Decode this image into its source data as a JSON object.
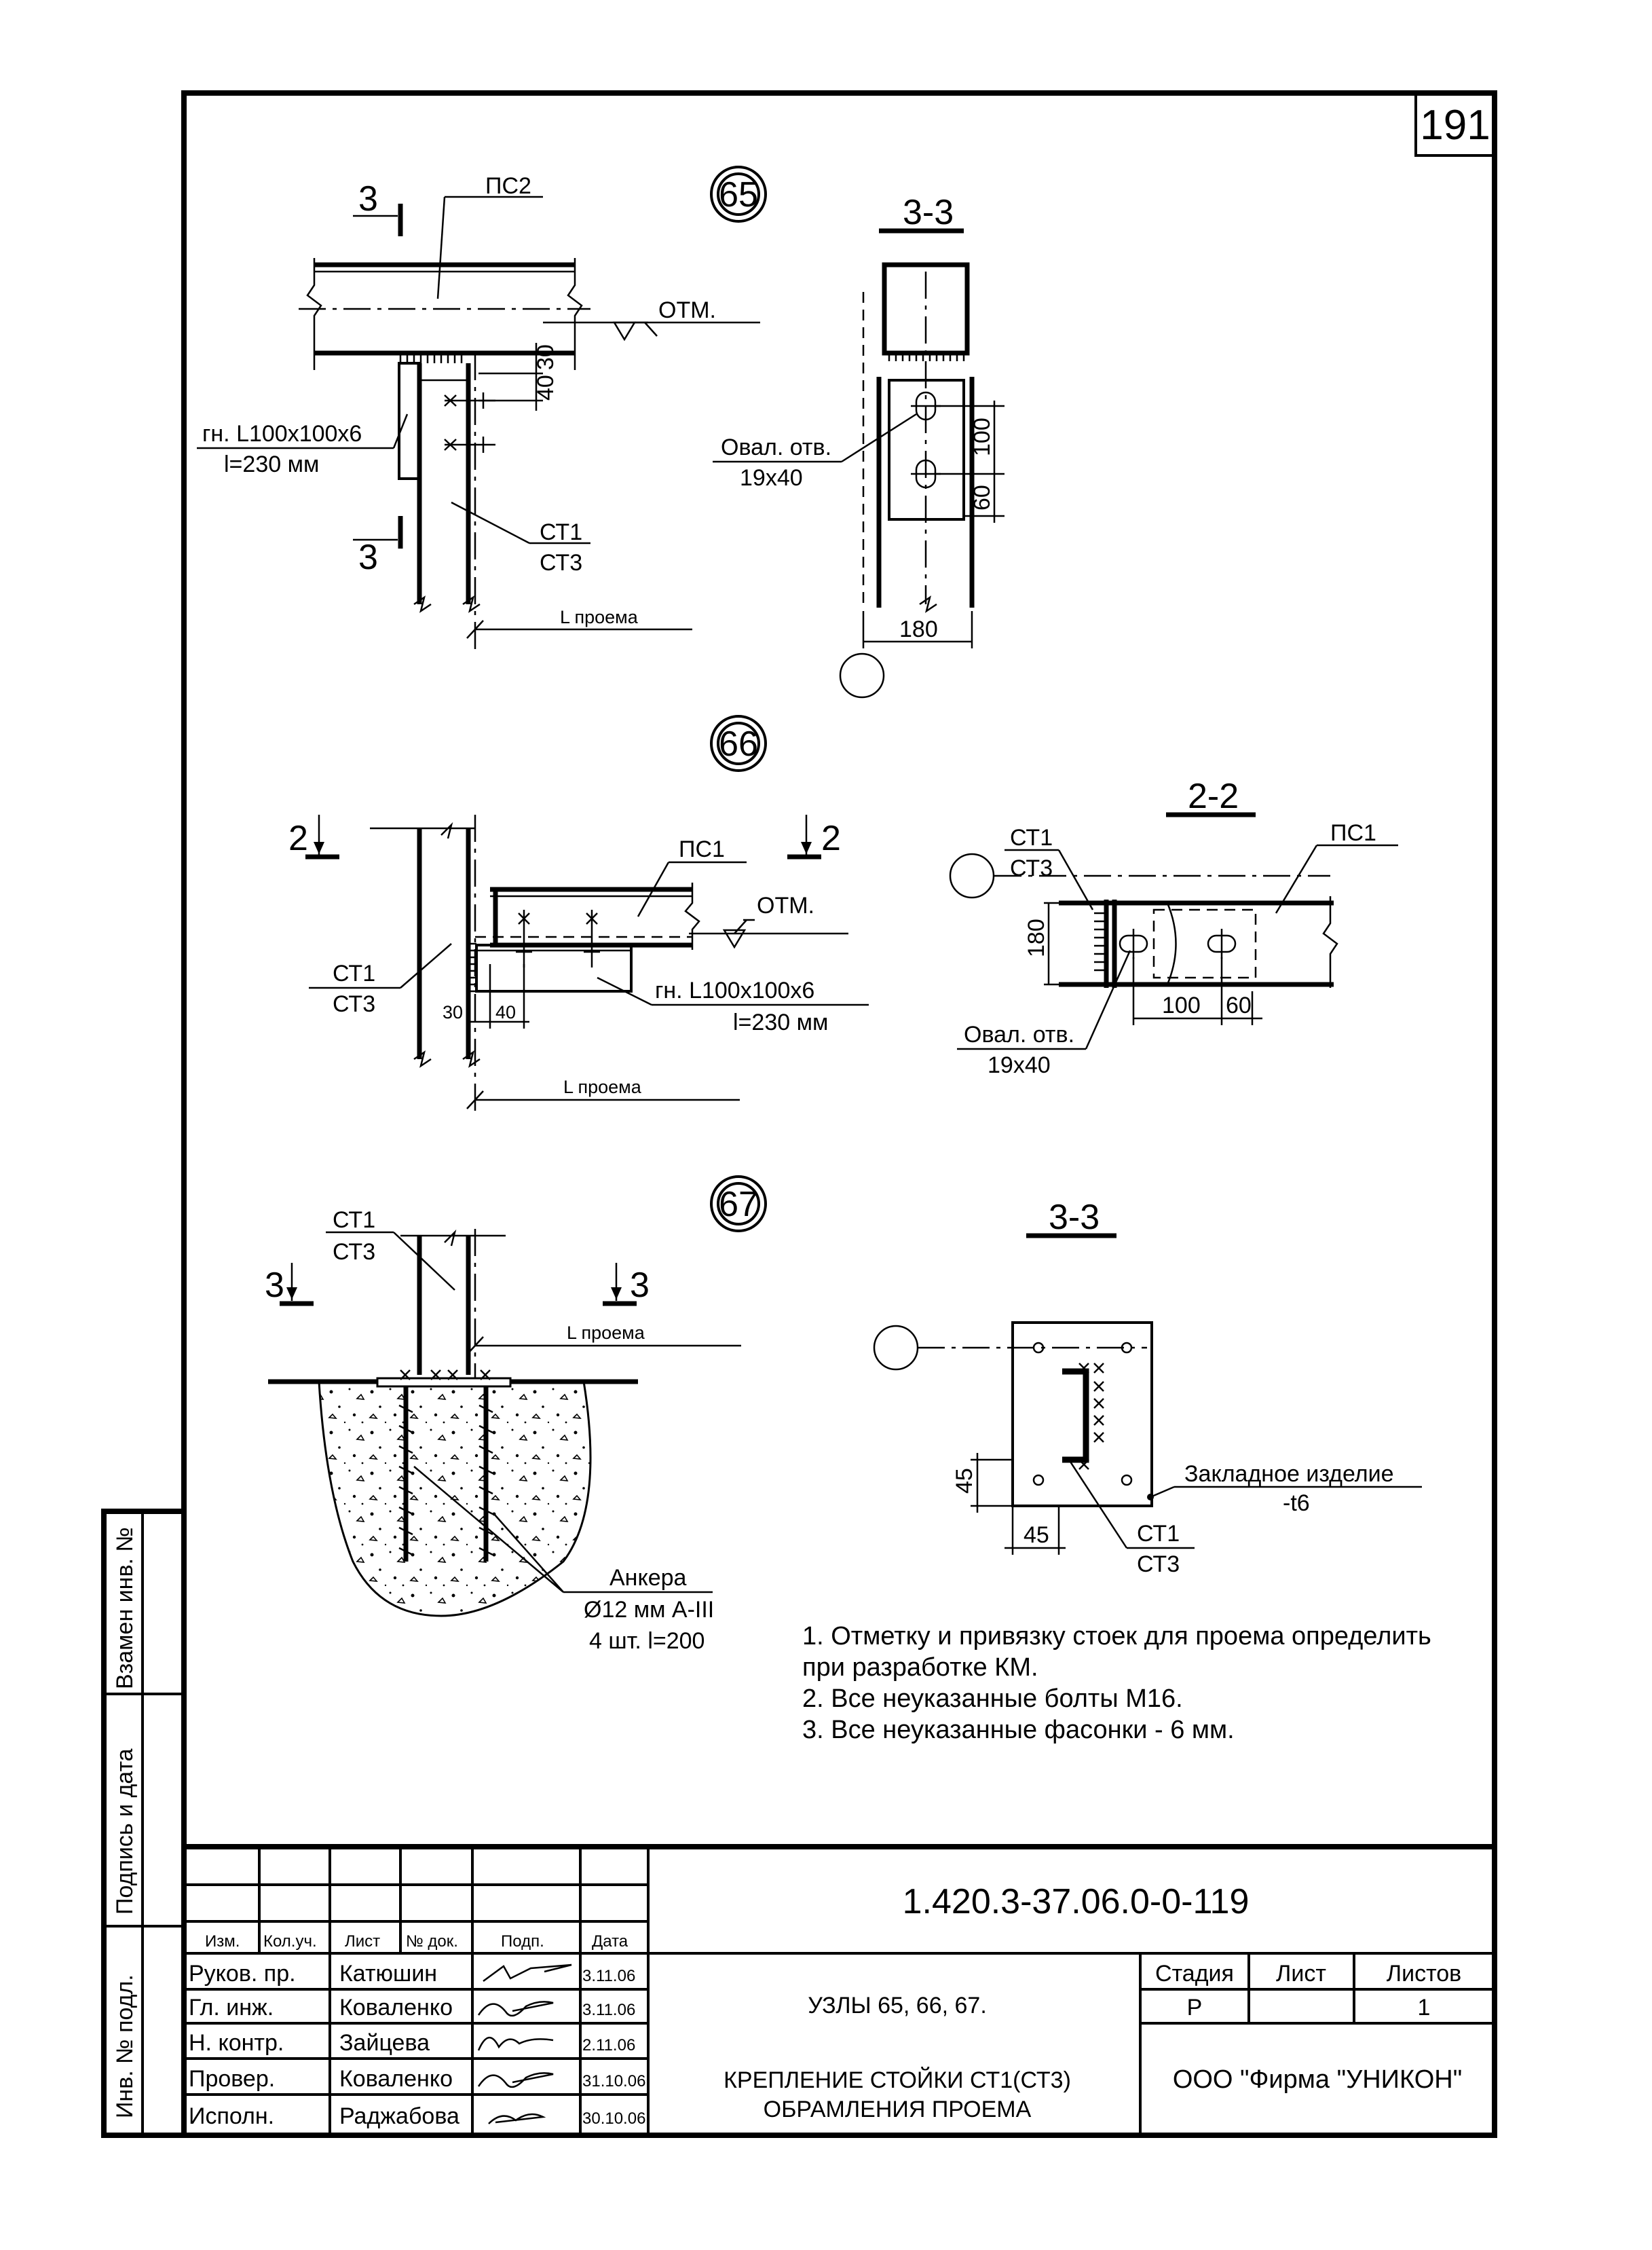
{
  "sheet_number": "191",
  "nodes": {
    "n65": {
      "number": "65",
      "cut_mark": "3",
      "beam_label": "ПС2",
      "level_label": "ОТМ.",
      "dim_30": "30",
      "dim_40": "40",
      "angle_label": "гн. L100x100x6",
      "angle_length": "l=230 мм",
      "column_label_1": "СТ1",
      "column_label_2": "СТ3",
      "span_label": "L проема"
    },
    "s33a": {
      "title": "3-3",
      "hole_label": "Овал. отв.",
      "hole_size": "19x40",
      "dim_100": "100",
      "dim_60": "60",
      "dim_180": "180"
    },
    "n66": {
      "number": "66",
      "cut_mark": "2",
      "beam_label": "ПС1",
      "level_label": "ОТМ.",
      "column_label_1": "СТ1",
      "column_label_2": "СТ3",
      "dim_30": "30",
      "dim_40": "40",
      "angle_label": "гн. L100x100x6",
      "angle_length": "l=230 мм",
      "span_label": "L проема"
    },
    "s22": {
      "title": "2-2",
      "column_label_1": "СТ1",
      "column_label_2": "СТ3",
      "beam_label": "ПС1",
      "dim_180": "180",
      "dim_100": "100",
      "dim_60": "60",
      "hole_label": "Овал. отв.",
      "hole_size": "19x40"
    },
    "n67": {
      "number": "67",
      "cut_mark": "3",
      "column_label_1": "СТ1",
      "column_label_2": "СТ3",
      "span_label": "L проема",
      "anchor_title": "Анкера",
      "anchor_spec": "Ø12 мм A-III",
      "anchor_count": "4 шт. l=200"
    },
    "s33b": {
      "title": "3-3",
      "dim_45_v": "45",
      "dim_45_h": "45",
      "plate_label": "Закладное изделие",
      "plate_thickness": "-t6",
      "column_label_1": "СТ1",
      "column_label_2": "СТ3"
    }
  },
  "notes": [
    "1. Отметку и привязку стоек для проема определить",
    "при разработке КМ.",
    "2. Все неуказанные болты М16.",
    "3. Все неуказанные фасонки - 6 мм."
  ],
  "side_stamp": {
    "replaced_inv": "Взамен инв. №",
    "signature_date": "Подпись и дата",
    "inv_original": "Инв. № подл."
  },
  "title_block": {
    "document_code": "1.420.3-37.06.0-0-119",
    "header_labels": [
      "Изм.",
      "Кол.уч.",
      "Лист",
      "№ док.",
      "Подп.",
      "Дата"
    ],
    "rows": [
      {
        "role": "Руков. пр.",
        "name": "Катюшин",
        "date": "3.11.06"
      },
      {
        "role": "Гл. инж.",
        "name": "Коваленко",
        "date": "3.11.06"
      },
      {
        "role": "Н. контр.",
        "name": "Зайцева",
        "date": "2.11.06"
      },
      {
        "role": "Провер.",
        "name": "Коваленко",
        "date": "31.10.06"
      },
      {
        "role": "Исполн.",
        "name": "Раджабова",
        "date": "30.10.06"
      }
    ],
    "title_line_1": "УЗЛЫ 65, 66, 67.",
    "title_line_2": "КРЕПЛЕНИЕ СТОЙКИ СТ1(СТ3)",
    "title_line_3": "ОБРАМЛЕНИЯ  ПРОЕМА",
    "stage_header": "Стадия",
    "sheet_header": "Лист",
    "sheets_header": "Листов",
    "stage_value": "Р",
    "sheet_value": "",
    "sheets_value": "1",
    "organization": "ООО  \"Фирма \"УНИКОН\""
  }
}
